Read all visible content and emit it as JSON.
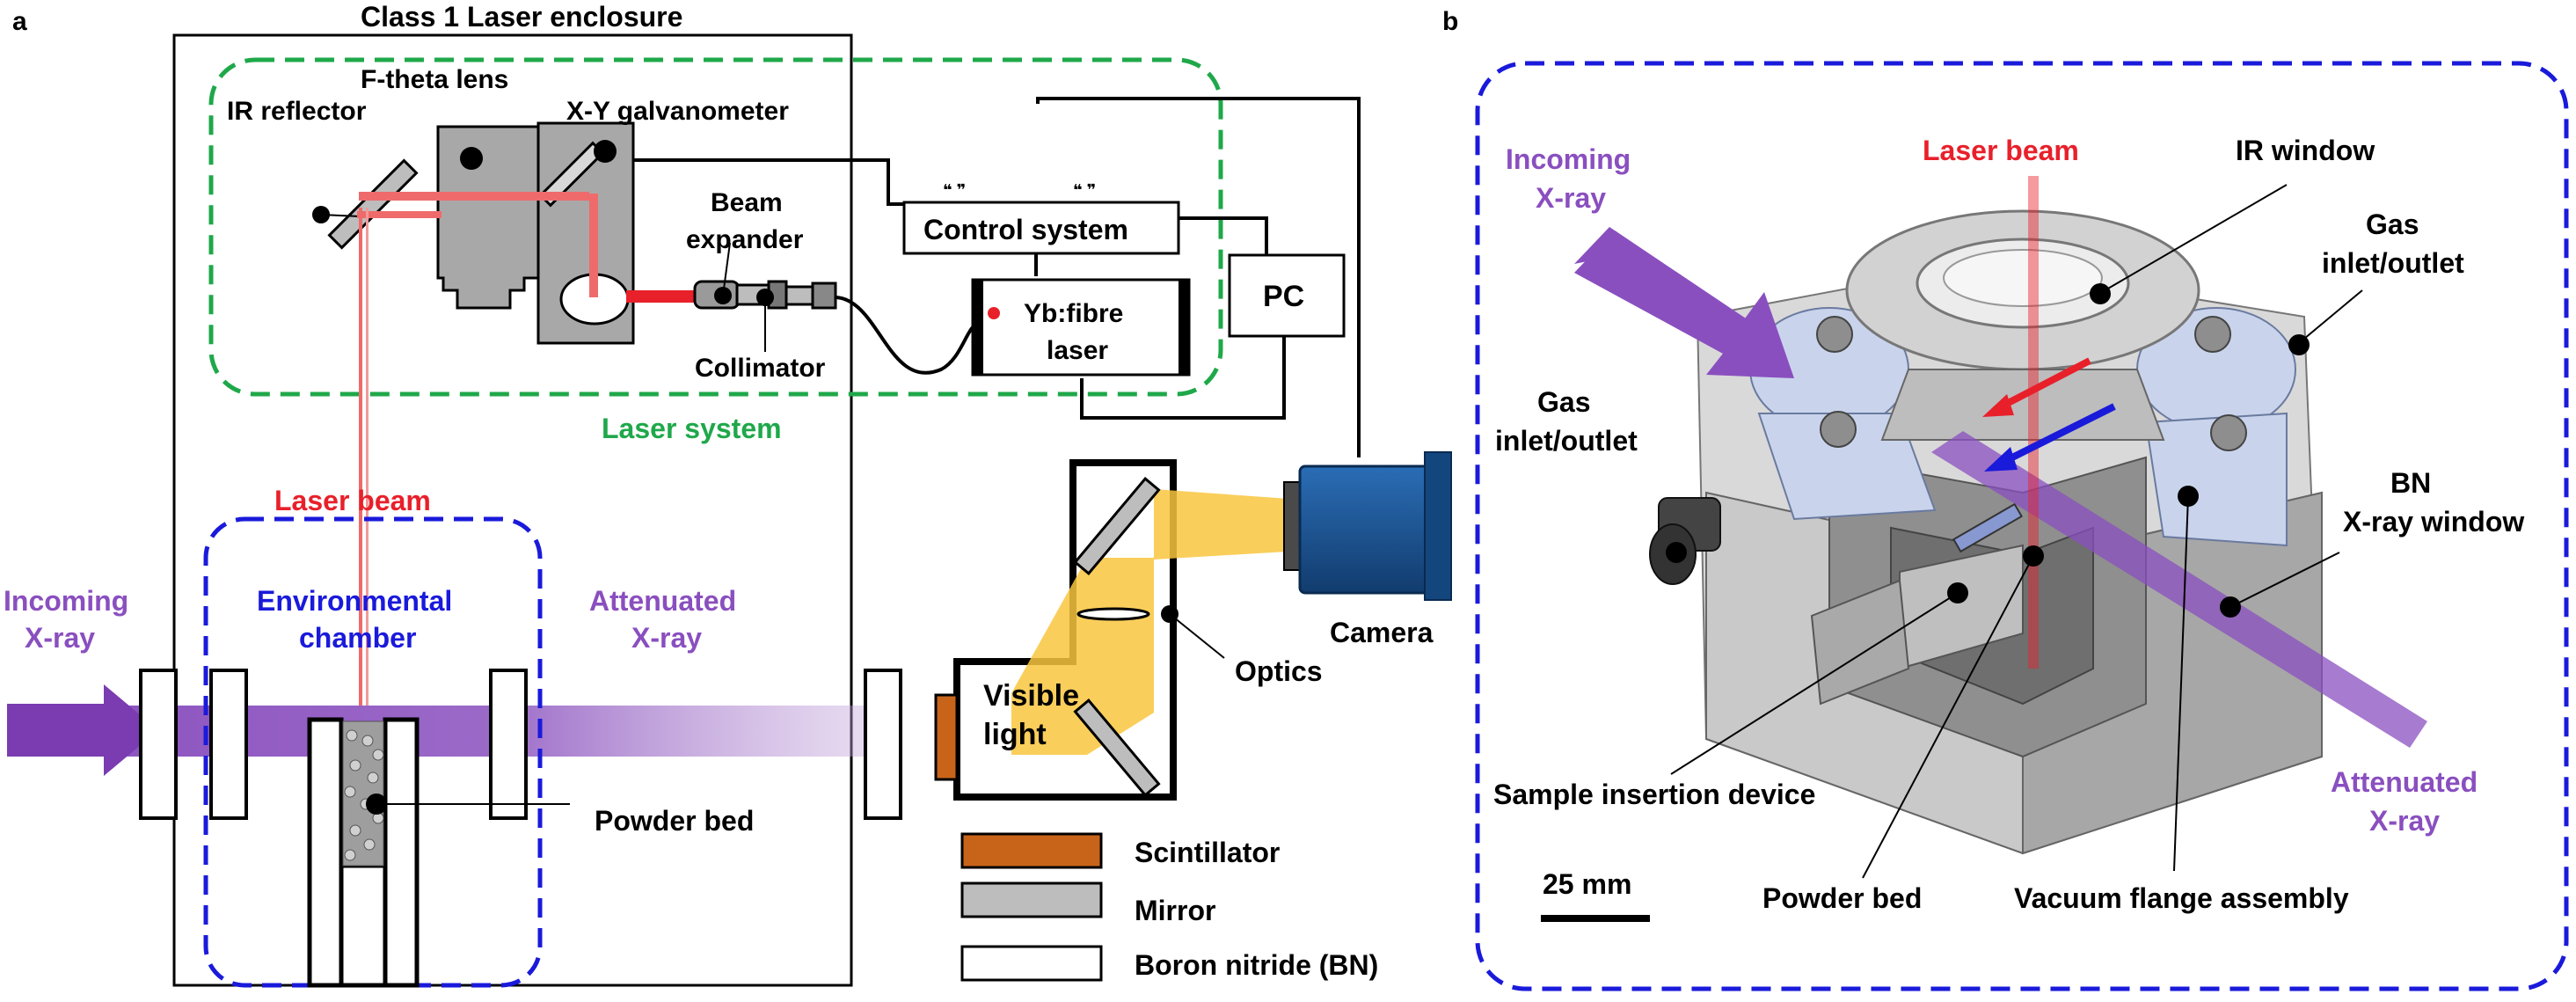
{
  "panel_a": {
    "letter": "a",
    "enclosure_label": "Class 1 Laser enclosure",
    "laser_system_label": "Laser system",
    "components": {
      "f_theta_lens": "F-theta lens",
      "ir_reflector": "IR reflector",
      "xy_galvanometer": "X-Y galvanometer",
      "beam_expander_1": "Beam",
      "beam_expander_2": "expander",
      "collimator": "Collimator",
      "control_system": "Control system",
      "pc": "PC",
      "fibre_laser_1": "Yb:fibre",
      "fibre_laser_2": "laser",
      "laser_beam": "Laser beam",
      "incoming_xray_1": "Incoming",
      "incoming_xray_2": "X-ray",
      "env_chamber_1": "Environmental",
      "env_chamber_2": "chamber",
      "attenuated_xray_1": "Attenuated",
      "attenuated_xray_2": "X-ray",
      "camera": "Camera",
      "optics": "Optics",
      "visible_light_1": "Visible",
      "visible_light_2": "light",
      "powder_bed": "Powder bed"
    },
    "legend": {
      "scintillator": "Scintillator",
      "mirror": "Mirror",
      "boron_nitride": "Boron nitride (BN)"
    }
  },
  "panel_b": {
    "letter": "b",
    "labels": {
      "incoming_xray_1": "Incoming",
      "incoming_xray_2": "X-ray",
      "laser_beam": "Laser beam",
      "ir_window": "IR window",
      "gas_inlet_right_1": "Gas",
      "gas_inlet_right_2": "inlet/outlet",
      "gas_inlet_left_1": "Gas",
      "gas_inlet_left_2": "inlet/outlet",
      "bn_window_1": "BN",
      "bn_window_2": "X-ray window",
      "sample_insertion": "Sample insertion device",
      "attenuated_xray_1": "Attenuated",
      "attenuated_xray_2": "X-ray",
      "scale_bar": "25 mm",
      "powder_bed": "Powder bed",
      "vacuum_flange": "Vacuum flange assembly"
    }
  },
  "colors": {
    "xray_purple": "#8a4fbf",
    "laser_red": "#e8202a",
    "laser_system_green": "#1fa84a",
    "chamber_blue": "#1a1adb",
    "camera_blue": "#1c5aa0",
    "visible_yellow": "#f9c53e",
    "scintillator_orange": "#c8641a",
    "mirror_grey": "#bdbdbd"
  }
}
